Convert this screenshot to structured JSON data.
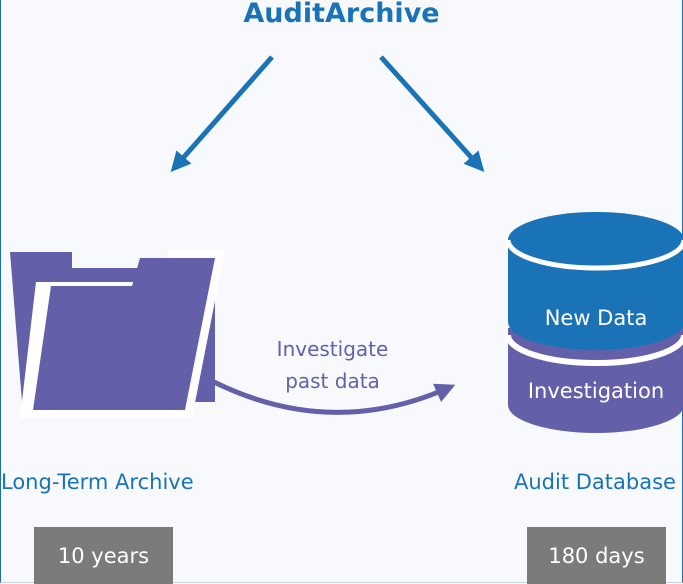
{
  "title": "AuditArchive",
  "nodes": {
    "archive": {
      "label": "Long-Term Archive",
      "retention": "10 years"
    },
    "database": {
      "label": "Audit Database",
      "top_segment": "New Data",
      "bottom_segment": "Investigation",
      "retention": "180 days"
    }
  },
  "flow": {
    "line1": "Investigate",
    "line2": "past data"
  },
  "colors": {
    "blue": "#1a73b7",
    "purple": "#6460a9",
    "badge": "#7b7b7b"
  }
}
